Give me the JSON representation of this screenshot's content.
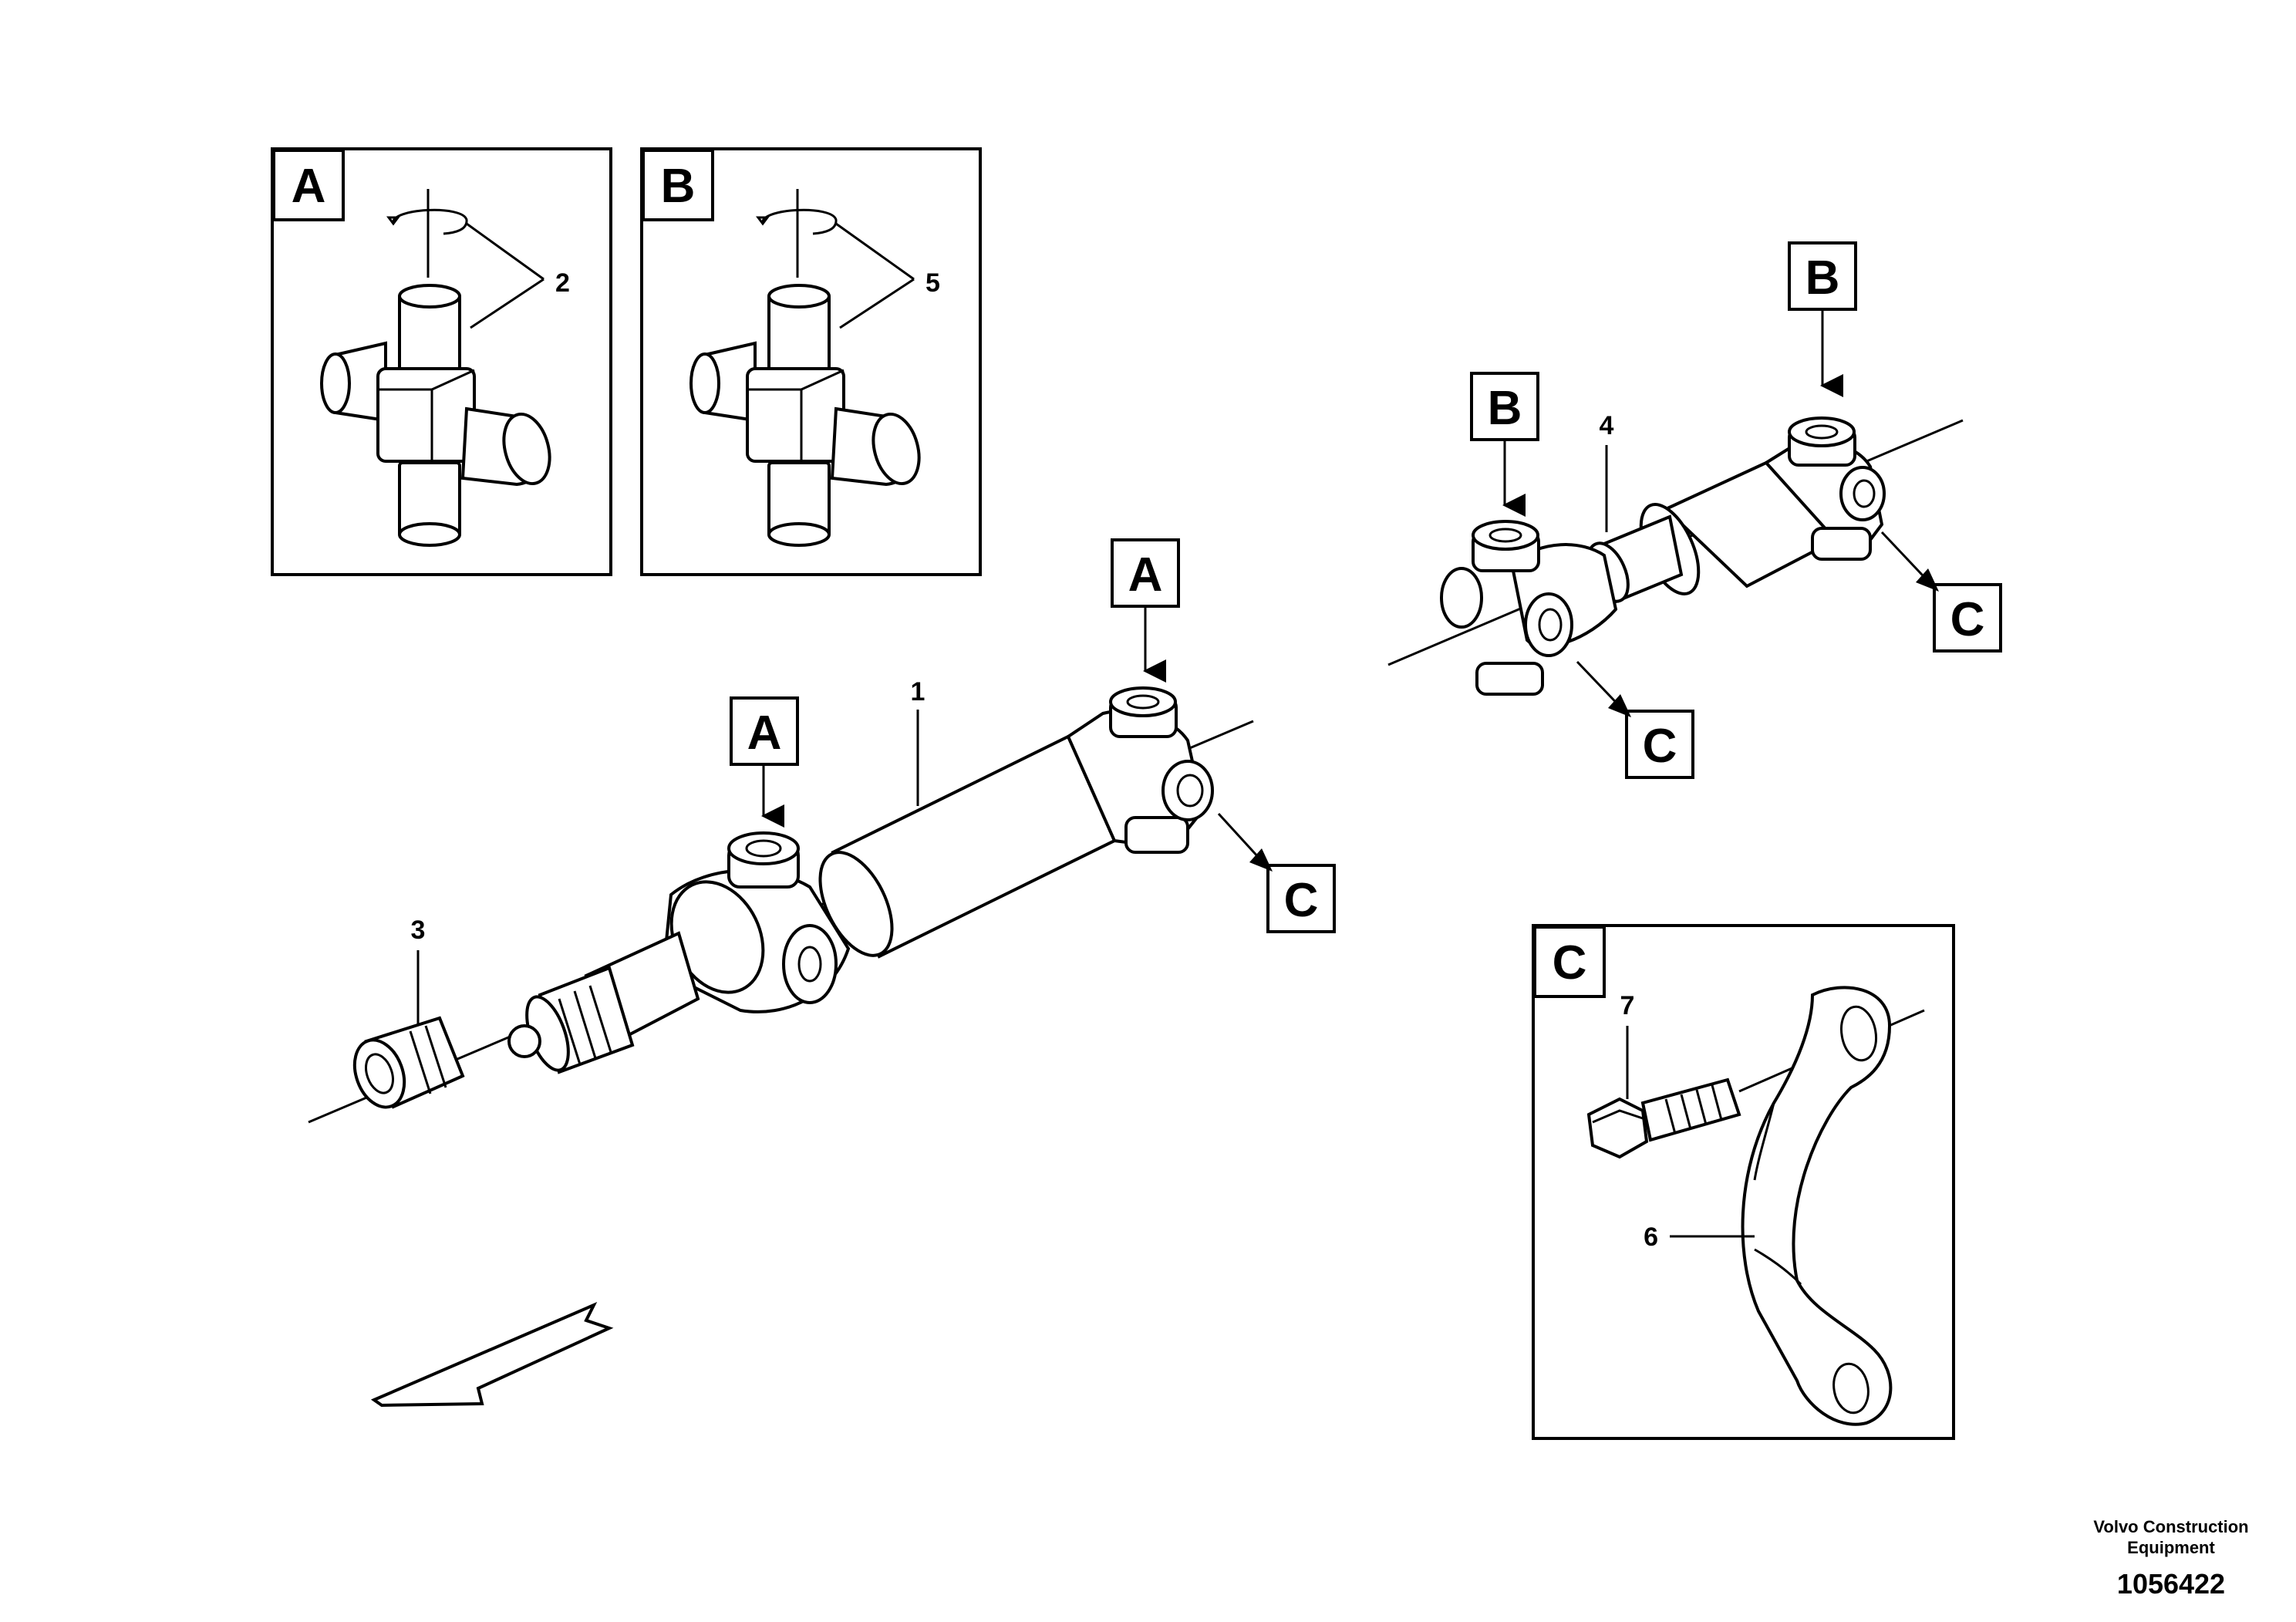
{
  "callouts": {
    "A": "A",
    "B": "B",
    "C": "C"
  },
  "part_numbers": {
    "p1": "1",
    "p2": "2",
    "p3": "3",
    "p4": "4",
    "p5": "5",
    "p6": "6",
    "p7": "7"
  },
  "footer": {
    "company_line1": "Volvo Construction",
    "company_line2": "Equipment",
    "figure_number": "1056422"
  }
}
